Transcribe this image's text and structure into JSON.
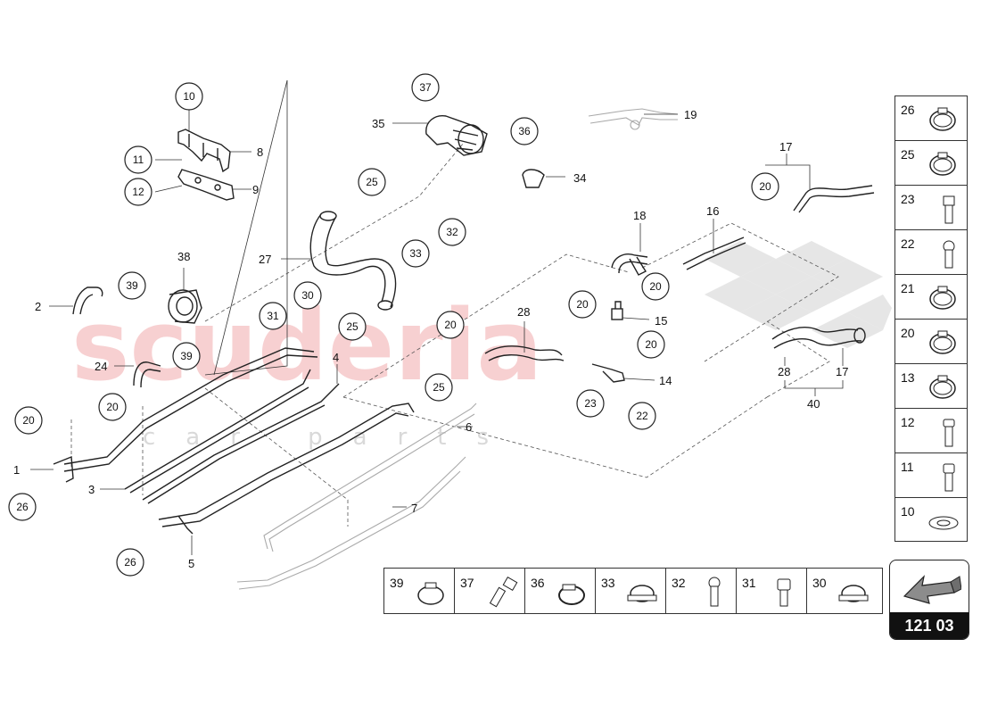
{
  "watermark": {
    "brand": "scuderia",
    "sub": "car parts"
  },
  "callouts": {
    "c10": "10",
    "c11": "11",
    "c12": "12",
    "c39a": "39",
    "c39b": "39",
    "c20a": "20",
    "c20b": "20",
    "c26a": "26",
    "c26b": "26",
    "c30": "30",
    "c31": "31",
    "c25a": "25",
    "c25b": "25",
    "c25c": "25",
    "c33": "33",
    "c32": "32",
    "c20c": "20",
    "c37": "37",
    "c36": "36",
    "c20d": "20",
    "c20e": "20",
    "c20f": "20",
    "c20g": "20",
    "c23": "23",
    "c22": "22"
  },
  "labels": {
    "l8": "8",
    "l9": "9",
    "l38": "38",
    "l2": "2",
    "l24": "24",
    "l1": "1",
    "l3": "3",
    "l5": "5",
    "l4": "4",
    "l6": "6",
    "l7": "7",
    "l27": "27",
    "l28a": "28",
    "l35": "35",
    "l34": "34",
    "l19": "19",
    "l18": "18",
    "l16": "16",
    "l17a": "17",
    "l15": "15",
    "l14": "14",
    "l28b": "28",
    "l17b": "17",
    "l40": "40"
  },
  "legend_column": [
    {
      "number": "26",
      "icon": "hose-clamp-icon"
    },
    {
      "number": "25",
      "icon": "hose-clamp-icon"
    },
    {
      "number": "23",
      "icon": "bolt-icon"
    },
    {
      "number": "22",
      "icon": "bolt-icon"
    },
    {
      "number": "21",
      "icon": "hose-clamp-icon"
    },
    {
      "number": "20",
      "icon": "hose-clamp-icon"
    },
    {
      "number": "13",
      "icon": "hose-clamp-icon"
    },
    {
      "number": "12",
      "icon": "screw-icon"
    },
    {
      "number": "11",
      "icon": "screw-icon"
    },
    {
      "number": "10",
      "icon": "washer-icon"
    }
  ],
  "legend_row": [
    {
      "number": "39",
      "icon": "hose-clamp-icon"
    },
    {
      "number": "37",
      "icon": "bolt-icon"
    },
    {
      "number": "36",
      "icon": "band-clamp-icon"
    },
    {
      "number": "33",
      "icon": "bracket-clamp-icon"
    },
    {
      "number": "32",
      "icon": "bolt-icon"
    },
    {
      "number": "31",
      "icon": "screw-icon"
    },
    {
      "number": "30",
      "icon": "bracket-clamp-icon"
    }
  ],
  "page_badge": {
    "label": "121 03",
    "icon": "arrow-icon"
  }
}
